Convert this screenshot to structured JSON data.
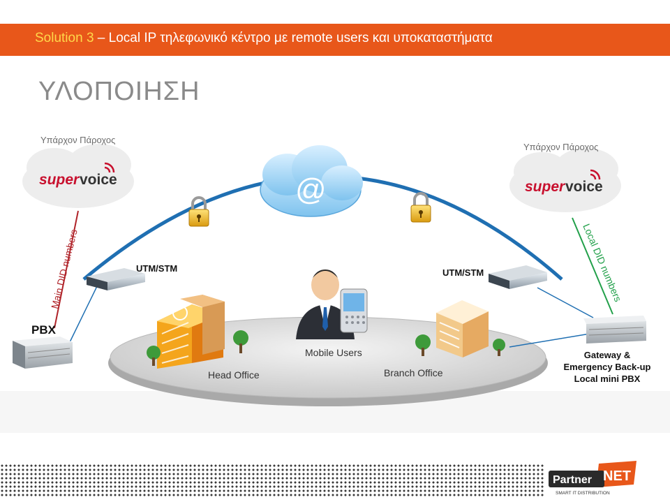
{
  "header": {
    "title_prefix": "Solution 3",
    "title_rest": " – Local IP τηλεφωνικό κέντρο με remote users και υποκαταστήματα"
  },
  "section_title": "ΥΛΟΠΟΙΗΣΗ",
  "providers": {
    "left_label": "Υπάρχον Πάροχος",
    "right_label": "Υπάρχον Πάροχος",
    "logo_text_a": "super",
    "logo_text_b": "voice"
  },
  "cloud_symbol": "@",
  "links": {
    "left_vertical": "Main DID numbers",
    "right_vertical": "Local DID numbers"
  },
  "devices": {
    "utm_left": "UTM/STM",
    "utm_right": "UTM/STM",
    "pbx": "PBX",
    "gateway_line1": "Gateway &",
    "gateway_line2": "Emergency Back-up",
    "gateway_line3": "Local mini PBX"
  },
  "sites": {
    "head_office": "Head Office",
    "mobile_users": "Mobile Users",
    "branch_office": "Branch Office"
  },
  "footer": {
    "logo_word_a": "Partner",
    "logo_word_b": "NET",
    "tagline": "SMART IT DISTRIBUTION"
  },
  "colors": {
    "accent": "#e8571a",
    "highlight": "#ffd84a",
    "link_blue": "#1f6fb2",
    "left_line": "#b0242a",
    "right_line": "#22a04a"
  }
}
